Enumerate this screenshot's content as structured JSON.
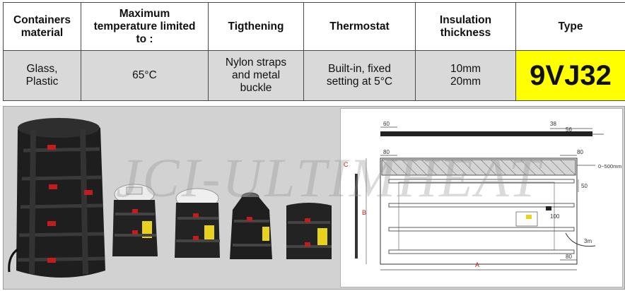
{
  "table": {
    "headers": [
      "Containers\nmaterial",
      "Maximum\ntemperature limited\nto :",
      "Tigthening",
      "Thermostat",
      "Insulation\nthickness",
      "Type"
    ],
    "row": {
      "containers_material": "Glass,\nPlastic",
      "max_temperature": "65°C",
      "tightening": "Nylon straps\nand metal\nbuckle",
      "thermostat": "Built-in, fixed\nsetting at 5°C",
      "insulation_thickness": "10mm\n20mm",
      "type": "9VJ32"
    },
    "type_color": "#ffff00"
  },
  "watermark": "JCI-ULTIMHEAT",
  "drawing": {
    "dim_60": "60",
    "dim_38": "38",
    "dim_56": "56",
    "dim_80_left": "80",
    "dim_80_right": "80",
    "dim_80_bottom": "80",
    "dim_0_500": "0~500mm",
    "dim_50": "50",
    "dim_100": "100",
    "dim_3m": "3m",
    "label_a": "A",
    "label_b": "B",
    "label_c": "C"
  }
}
